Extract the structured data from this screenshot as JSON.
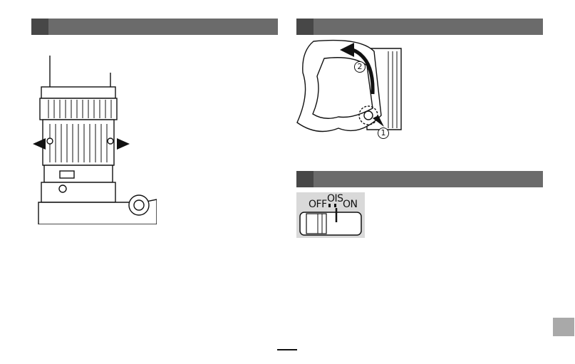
{
  "switch": {
    "off_label": "OFF",
    "mid_label": "OIS",
    "on_label": "ON"
  },
  "hood": {
    "step_1": "1",
    "step_2": "2"
  },
  "colors": {
    "section_bar": "#6b6b6b",
    "section_bar_accent": "#474747",
    "switch_panel": "#d9d9d9",
    "tab_marker": "#a9a9a9"
  }
}
